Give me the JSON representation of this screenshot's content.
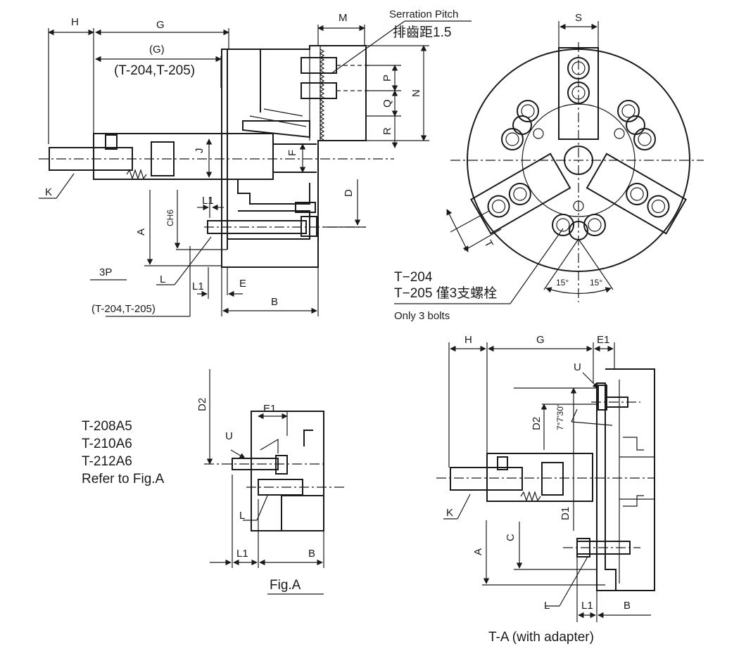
{
  "top_left": {
    "dims": {
      "H": "H",
      "G": "G",
      "G_paren": "(G)",
      "G_models": "(T-204,T-205)",
      "M": "M",
      "J": "J",
      "F": "F",
      "K": "K",
      "D": "D",
      "L1": "L1",
      "A": "A",
      "CH6": "CH6",
      "P": "P",
      "Q": "Q",
      "R": "R",
      "N": "N",
      "threeP": "3P",
      "L": "L",
      "L1_b": "L1",
      "E": "E",
      "L_models": "(T-204,T-205)",
      "B": "B"
    },
    "serration": {
      "title": "Serration Pitch",
      "value": "排齒距1.5"
    }
  },
  "front_view": {
    "S": "S",
    "T": "T",
    "angle_left": "15°",
    "angle_right": "15°",
    "note_line1": "T−204",
    "note_line2": "T−205 僅3支螺栓",
    "note_en": "Only 3 bolts"
  },
  "fig_a": {
    "models": [
      "T-208A5",
      "T-210A6",
      "T-212A6"
    ],
    "refer": "Refer to Fig.A",
    "D2": "D2",
    "E1": "E1",
    "U": "U",
    "L": "L",
    "L1": "L1",
    "B": "B",
    "caption": "Fig.A"
  },
  "adapter": {
    "H": "H",
    "G": "G",
    "E1": "E1",
    "U": "U",
    "angle": "7°7'30\"",
    "D2": "D2",
    "D1": "D1",
    "K": "K",
    "C": "C",
    "A": "A",
    "L": "L",
    "L1": "L1",
    "B": "B",
    "caption": "T-A (with adapter)"
  }
}
